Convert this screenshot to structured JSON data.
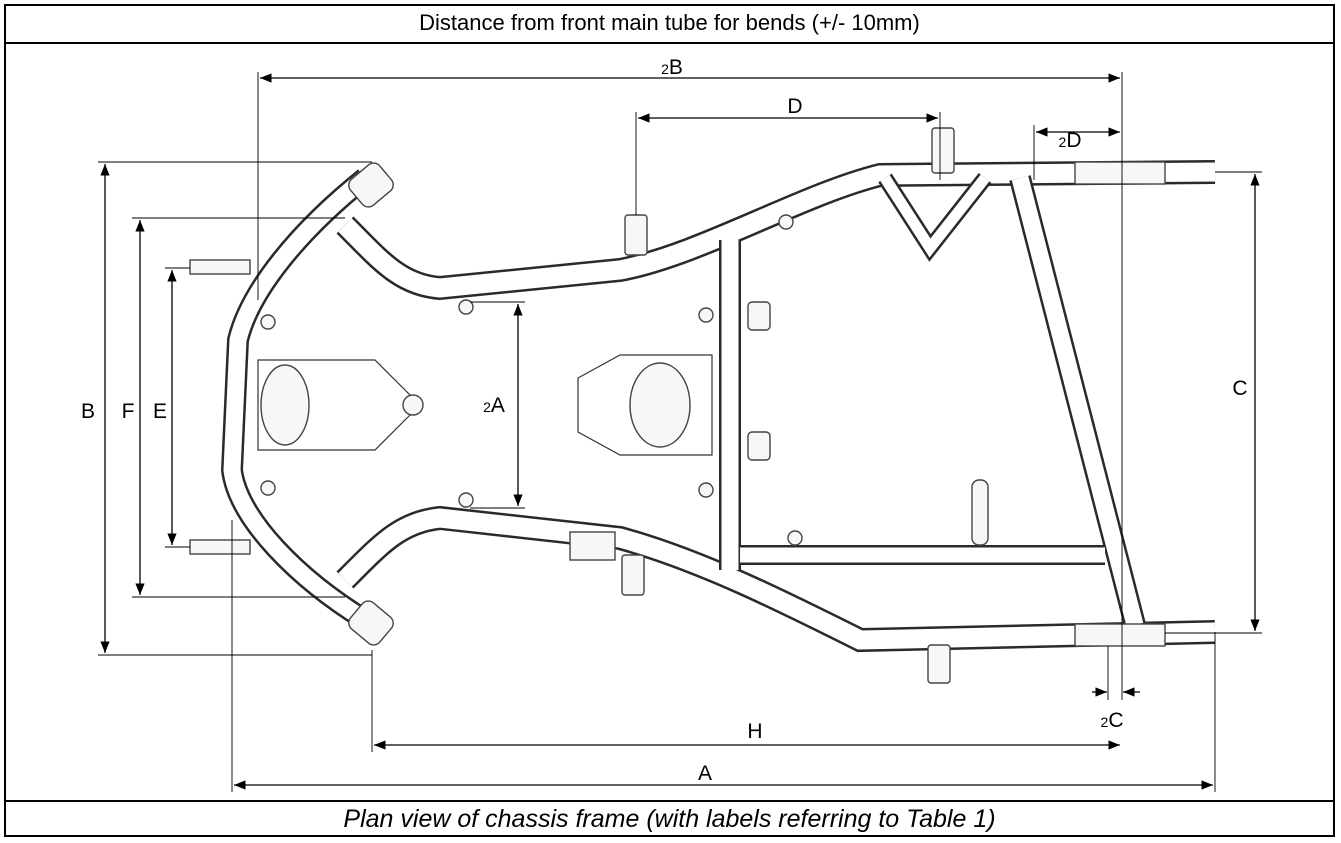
{
  "header": {
    "title": "Distance from front main tube for bends (+/- 10mm)"
  },
  "footer": {
    "caption": "Plan view of chassis frame (with labels referring to Table 1)"
  },
  "labels": {
    "A": "A",
    "B": "B",
    "C": "C",
    "D": "D",
    "E": "E",
    "F": "F",
    "H": "H",
    "twoA": {
      "prefix": "2",
      "letter": "A"
    },
    "twoB": {
      "prefix": "2",
      "letter": "B"
    },
    "twoC": {
      "prefix": "2",
      "letter": "C"
    },
    "twoD": {
      "prefix": "2",
      "letter": "D"
    }
  }
}
